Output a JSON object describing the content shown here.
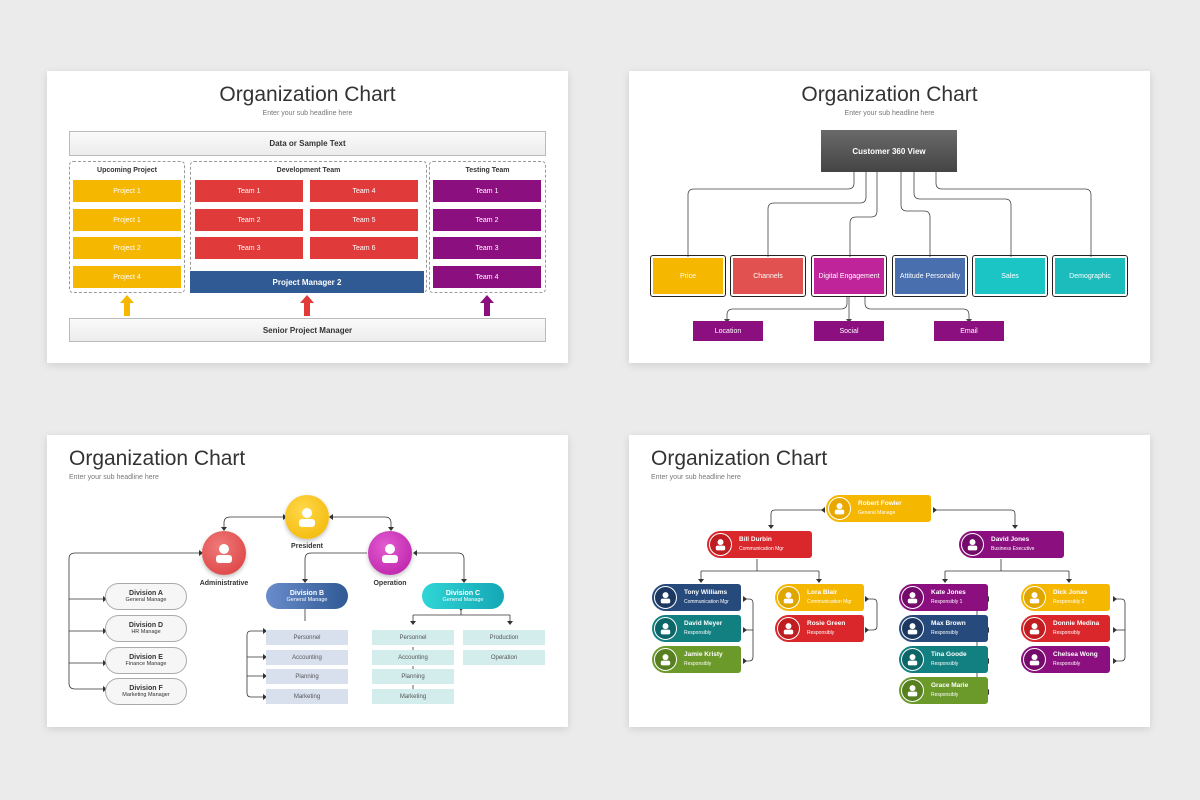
{
  "slide1": {
    "title": "Organization Chart",
    "subtitle": "Enter your sub headline here",
    "top_bar": "Data or Sample Text",
    "bottom_bar": "Senior Project Manager",
    "groups": {
      "upcoming": {
        "label": "Upcoming Project",
        "items": [
          "Project 1",
          "Project 1",
          "Project 2",
          "Project 4"
        ]
      },
      "development": {
        "label": "Development Team",
        "items": [
          "Team 1",
          "Team 4",
          "Team 2",
          "Team 5",
          "Team 3",
          "Team 6"
        ],
        "manager": "Project Manager 2"
      },
      "testing": {
        "label": "Testing Team",
        "items": [
          "Team 1",
          "Team 2",
          "Team 3",
          "Team 4"
        ]
      }
    }
  },
  "slide2": {
    "title": "Organization Chart",
    "subtitle": "Enter your sub headline here",
    "root": "Customer 360 View",
    "children": [
      "Price",
      "Channels",
      "Digital Engagement",
      "Attitude Personality",
      "Sales",
      "Demographic"
    ],
    "grandchildren": [
      "Location",
      "Social",
      "Email"
    ]
  },
  "slide3": {
    "title": "Organization Chart",
    "subtitle": "Enter your sub headline here",
    "president": "President",
    "administrative": "Administrative",
    "operation": "Operation",
    "divisions_left": [
      {
        "name": "Division A",
        "role": "General Manage"
      },
      {
        "name": "Division D",
        "role": "HR Manage"
      },
      {
        "name": "Division E",
        "role": "Finance Manage"
      },
      {
        "name": "Division F",
        "role": "Marketing Manager"
      }
    ],
    "division_b": {
      "name": "Division B",
      "role": "General Manage",
      "items": [
        "Personnel",
        "Accounting",
        "Planning",
        "Marketing"
      ]
    },
    "division_c": {
      "name": "Division C",
      "role": "General Manage",
      "items_left": [
        "Personnel",
        "Accounting",
        "Planning",
        "Marketing"
      ],
      "items_right": [
        "Production",
        "Operation"
      ]
    }
  },
  "slide4": {
    "title": "Organization Chart",
    "subtitle": "Enter your sub headline here",
    "people": {
      "robert": {
        "name": "Robert Fowler",
        "role": "General Manage"
      },
      "bill": {
        "name": "Bill Durbin",
        "role": "Communication Mgr"
      },
      "david_j": {
        "name": "David Jones",
        "role": "Business Executive"
      },
      "tony": {
        "name": "Tony Williams",
        "role": "Communication Mgr"
      },
      "david_m": {
        "name": "David Meyer",
        "role": "Responsibly"
      },
      "jamie": {
        "name": "Jamie Kristy",
        "role": "Responsibly"
      },
      "lora": {
        "name": "Lora Blair",
        "role": "Communication Mgr"
      },
      "rosie": {
        "name": "Rosie Green",
        "role": "Responsibly"
      },
      "kate": {
        "name": "Kate Jones",
        "role": "Responsibly 1"
      },
      "max": {
        "name": "Max Brown",
        "role": "Responsibly"
      },
      "tina": {
        "name": "Tina Goode",
        "role": "Responsibly"
      },
      "grace": {
        "name": "Grace Marie",
        "role": "Responsibly"
      },
      "dick": {
        "name": "Dick Jonas",
        "role": "Responsibly 2"
      },
      "donnie": {
        "name": "Donnie Medina",
        "role": "Responsibly"
      },
      "chelsea": {
        "name": "Chelsea Wong",
        "role": "Responsibly"
      }
    }
  },
  "colors": {
    "yellow": "#f5b700",
    "red": "#e03a3a",
    "purple": "#8b0f7f",
    "blue": "#2f5a94",
    "pink": "#d61f8f",
    "teal": "#1cc5c5",
    "green": "#6c9a2a",
    "darkteal": "#127f80",
    "navy": "#274a7d"
  }
}
